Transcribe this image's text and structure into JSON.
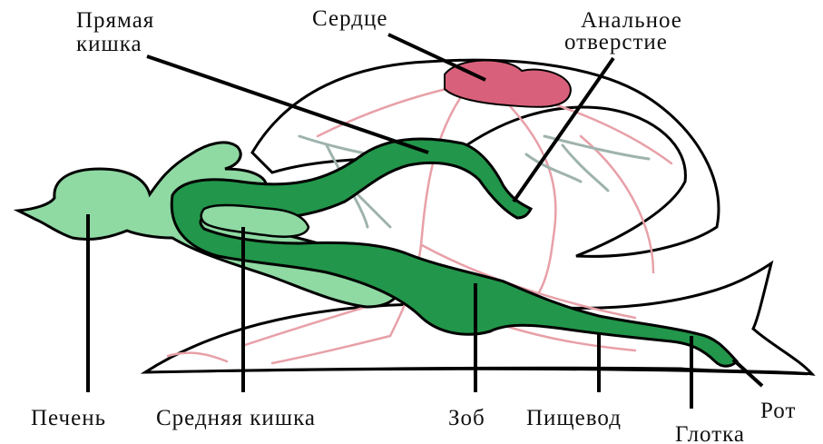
{
  "labels": {
    "rectum_line1": "Прямая",
    "rectum_line2": "кишка",
    "heart": "Сердце",
    "anus_line1": "Анальное",
    "anus_line2": "отверстие",
    "liver": "Печень",
    "midgut": "Средняя кишка",
    "crop": "Зоб",
    "esophagus": "Пищевод",
    "pharynx": "Глотка",
    "mouth": "Рот"
  },
  "colors": {
    "liver_fill": "#8fd9a3",
    "gut_fill": "#22964a",
    "heart_fill": "#d9607a",
    "vessels": "#e8a0a8",
    "nerves": "#9fb3ad",
    "outline": "#000000"
  }
}
